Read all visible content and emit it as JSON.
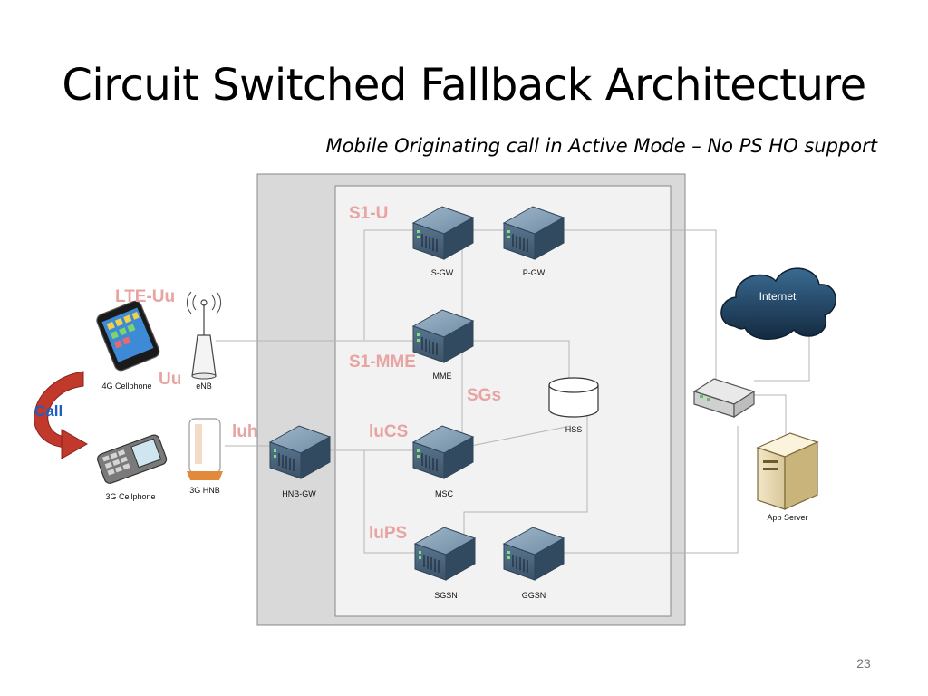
{
  "slide": {
    "title": "Circuit Switched Fallback Architecture",
    "subtitle": "Mobile Originating call in Active Mode – No PS HO support",
    "page_number": "23"
  },
  "nodes": {
    "sgw": "S-GW",
    "pgw": "P-GW",
    "mme": "MME",
    "hss": "HSS",
    "msc": "MSC",
    "hnbgw": "HNB-GW",
    "sgsn": "SGSN",
    "ggsn": "GGSN",
    "enb": "eNB",
    "hnb": "3G HNB",
    "phone4g": "4G Cellphone",
    "phone3g": "3G Cellphone",
    "internet": "Internet",
    "appserver": "App Server"
  },
  "interfaces": {
    "s1u": "S1-U",
    "lteuu": "LTE-Uu",
    "s1mme": "S1-MME",
    "uu": "Uu",
    "sgs": "SGs",
    "iuh": "luh",
    "iucs": "luCS",
    "iups": "luPS"
  },
  "call_label": "Call",
  "colors": {
    "interface_label": "#e8a3a3",
    "call_label": "#1f5fbf",
    "call_arrow": "#c0392b",
    "outer_box": "#d9d9d9",
    "inner_box": "#f2f2f2",
    "server_body": "#4f6d86",
    "cloud": "#1e3f5c"
  }
}
